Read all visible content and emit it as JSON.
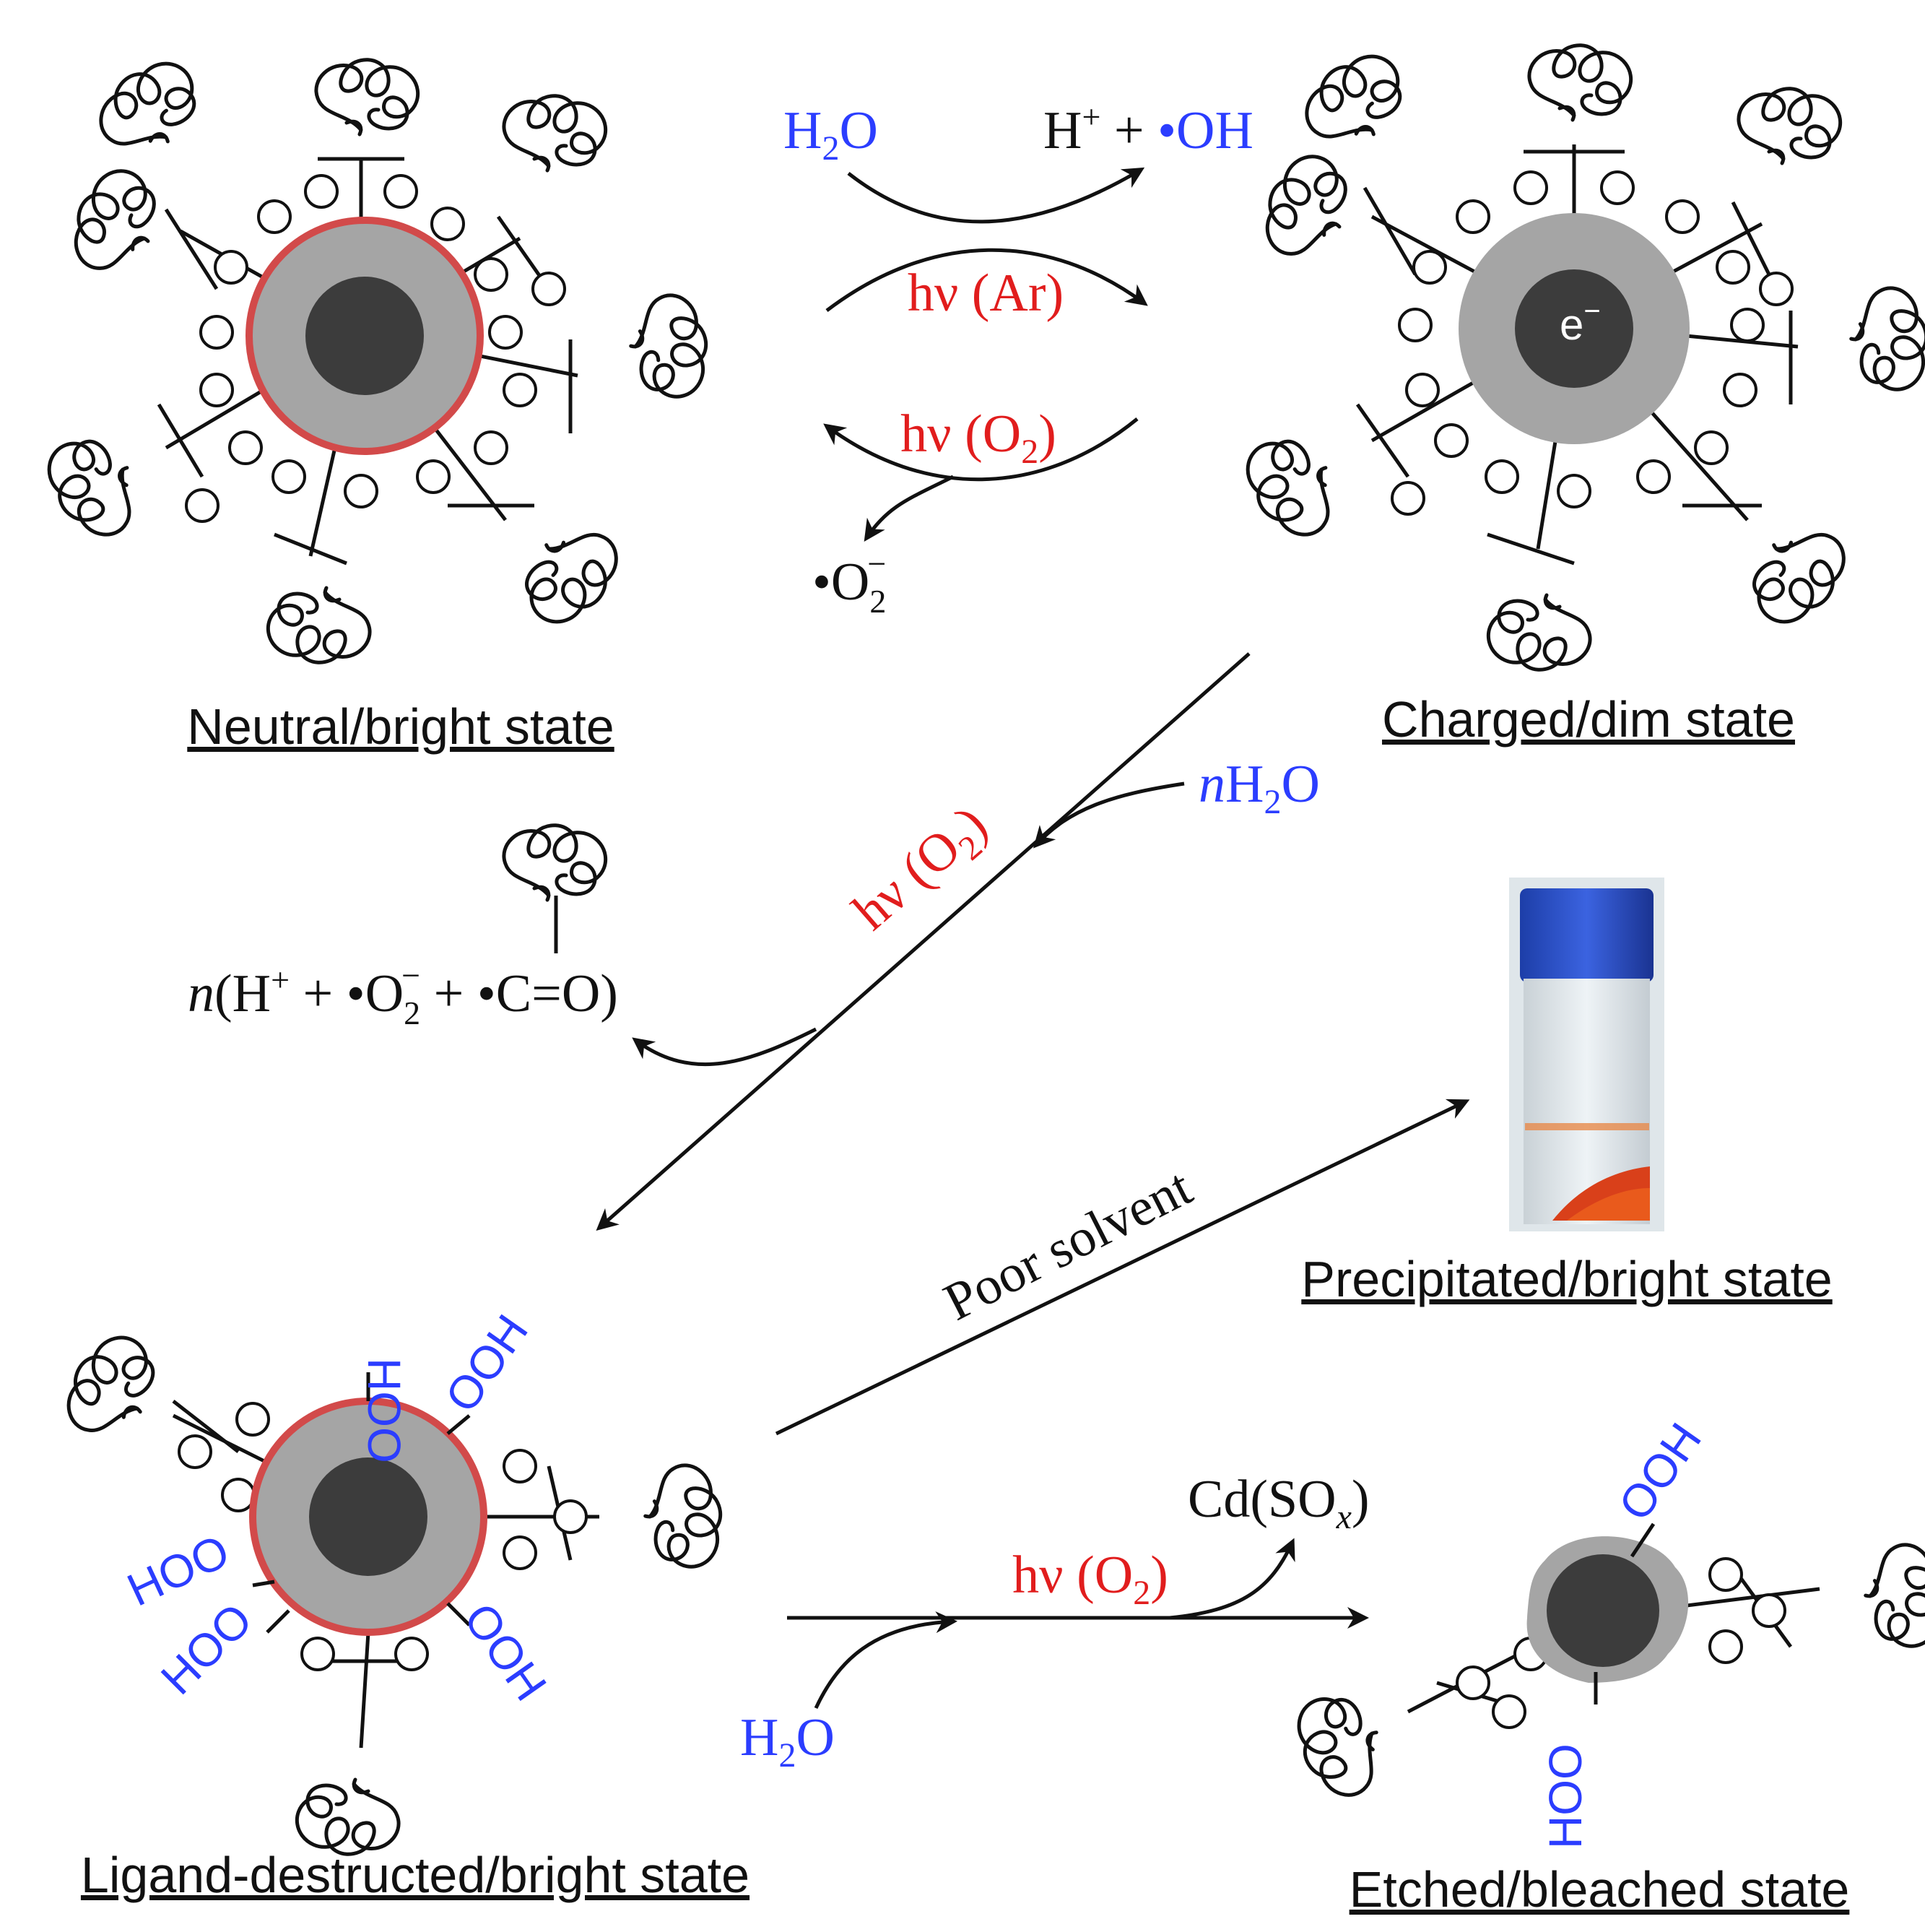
{
  "colors": {
    "blue": "#2b3dff",
    "red": "#e11d1d",
    "black": "#111111",
    "shell_gray": "#a5a5a5",
    "core_dark": "#3c3c3c",
    "shell_rim": "#d24a4a"
  },
  "states": {
    "neutral": "Neutral/bright state",
    "charged": "Charged/dim state",
    "precipitated": "Precipitated/bright state",
    "ligand_destructed": "Ligand-destructed/bright state",
    "etched": "Etched/bleached state"
  },
  "labels": {
    "electron": "e",
    "electron_charge": "−",
    "ooh": "OOH",
    "hoo": "HOO"
  },
  "reactions": {
    "top": {
      "reactant_h": "H",
      "reactant_sub": "2",
      "reactant_o": "O",
      "product_h": "H",
      "product_plus_sup": "+",
      "product_plus": " + ",
      "product_oh": "•OH",
      "light_ar": "hν (Ar)",
      "light_o2_hv": "hν (O",
      "light_o2_sub": "2",
      "light_o2_close": ")",
      "superoxide": "•O",
      "superoxide_sub": "2",
      "superoxide_sup": "−"
    },
    "middle": {
      "water_n": "n",
      "water_h": "H",
      "water_sub": "2",
      "water_o": "O",
      "light_hv": "hν (O",
      "light_sub": "2",
      "light_close": ")",
      "products_n": "n",
      "products_a": "(H",
      "products_plus_sup": "+",
      "products_b": " +  •O",
      "products_sub": "2",
      "products_sup": "−",
      "products_c": "  + •C=O)"
    },
    "poor_solvent": "Poor solvent",
    "bottom": {
      "cd": "Cd(SO",
      "cd_sub": "x",
      "cd_close": ")",
      "light_hv": "hν (O",
      "light_sub": "2",
      "light_close": ")",
      "water_h": "H",
      "water_sub": "2",
      "water_o": "O"
    }
  },
  "vial_image": "photo of vial with orange precipitate"
}
